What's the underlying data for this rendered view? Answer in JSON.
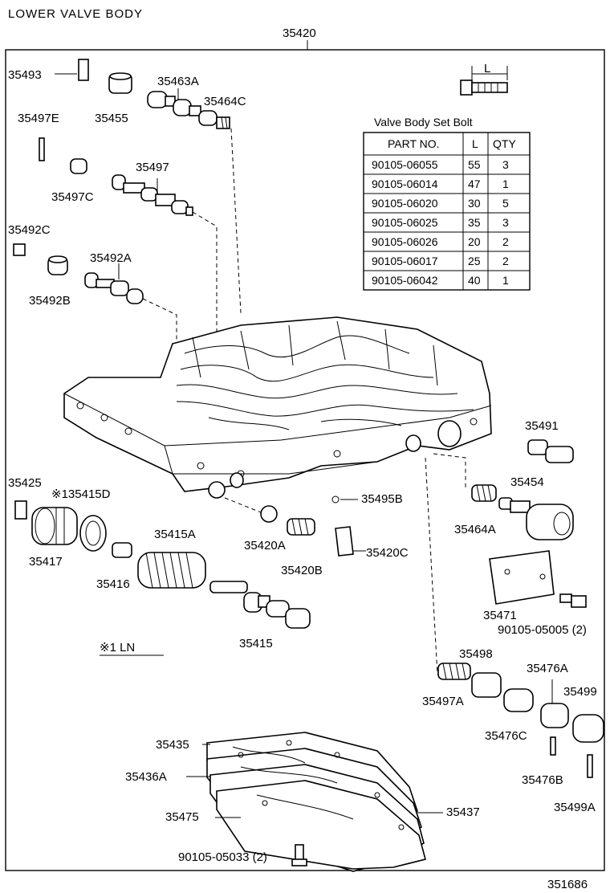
{
  "title": "LOWER VALVE BODY",
  "assembly_number": "35420",
  "drawing_number": "351686",
  "footnote": "※1  LN",
  "bolt_table": {
    "caption": "Valve Body Set Bolt",
    "dimension_label": "L",
    "headers": [
      "PART  NO.",
      "L",
      "QTY"
    ],
    "rows": [
      [
        "90105-06055",
        "55",
        "3"
      ],
      [
        "90105-06014",
        "47",
        "1"
      ],
      [
        "90105-06020",
        "30",
        "5"
      ],
      [
        "90105-06025",
        "35",
        "3"
      ],
      [
        "90105-06026",
        "20",
        "2"
      ],
      [
        "90105-06017",
        "25",
        "2"
      ],
      [
        "90105-06042",
        "40",
        "1"
      ]
    ]
  },
  "part_labels": [
    "35493",
    "35455",
    "35463A",
    "35464C",
    "35497E",
    "35497",
    "35497C",
    "35492C",
    "35492A",
    "35492B",
    "35491",
    "35454",
    "35464A",
    "35425",
    "※135415D",
    "35417",
    "35416",
    "35415A",
    "35420A",
    "35420B",
    "35495B",
    "35420C",
    "35415",
    "35471",
    "90105-05005 (2)",
    "35498",
    "35497A",
    "35476A",
    "35499",
    "35476C",
    "35476B",
    "35499A",
    "35435",
    "35436A",
    "35475",
    "35437",
    "90105-05033 (2)"
  ]
}
